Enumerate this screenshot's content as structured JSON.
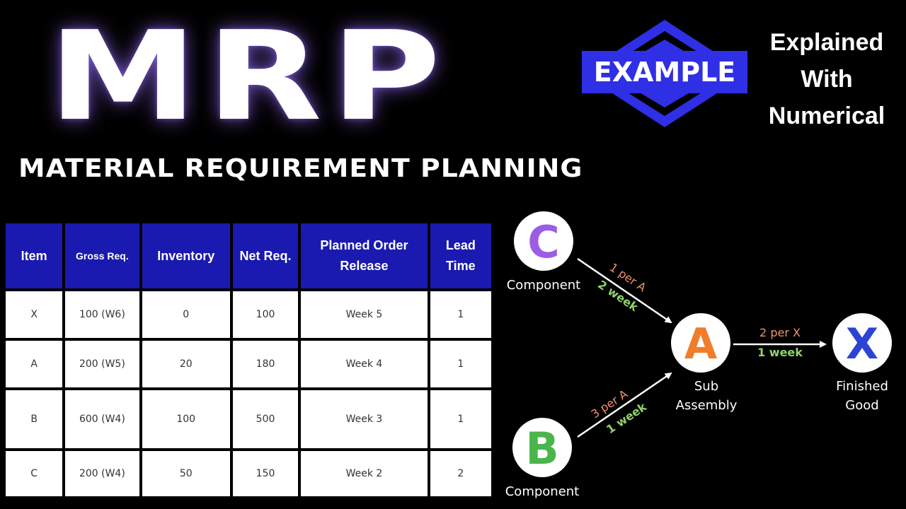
{
  "header": {
    "title": "MRP",
    "subtitle": "MATERIAL REQUIREMENT PLANNING",
    "badge": "EXAMPLE",
    "explained": [
      "Explained",
      "With",
      "Numerical"
    ]
  },
  "table": {
    "headers": [
      "Item",
      "Gross Req.",
      "Inventory",
      "Net Req.",
      "Planned Order Release",
      "Lead Time"
    ],
    "rows": [
      [
        "X",
        "100 (W6)",
        "0",
        "100",
        "Week 5",
        "1"
      ],
      [
        "A",
        "200 (W5)",
        "20",
        "180",
        "Week 4",
        "1"
      ],
      [
        "B",
        "600 (W4)",
        "100",
        "500",
        "Week 3",
        "1"
      ],
      [
        "C",
        "200 (W4)",
        "50",
        "150",
        "Week 2",
        "2"
      ]
    ]
  },
  "diagram": {
    "nodes": {
      "c": {
        "letter": "C",
        "label": "Component",
        "color": "#9b5de5"
      },
      "a": {
        "letter": "A",
        "label": [
          "Sub",
          "Assembly"
        ],
        "color": "#f07d2a"
      },
      "x": {
        "letter": "X",
        "label": [
          "Finished",
          "Good"
        ],
        "color": "#2b44d6"
      },
      "b": {
        "letter": "B",
        "label": "Component",
        "color": "#4ab54a"
      }
    },
    "edges": {
      "c_to_a": {
        "qty": "1 per A",
        "time": "2 week"
      },
      "b_to_a": {
        "qty": "3 per A",
        "time": "1 week"
      },
      "a_to_x": {
        "qty": "2 per X",
        "time": "1 week"
      }
    },
    "colors": {
      "qty": "#f0936a",
      "time": "#8fd46a",
      "badge_fill": "#2f2fe6"
    }
  }
}
